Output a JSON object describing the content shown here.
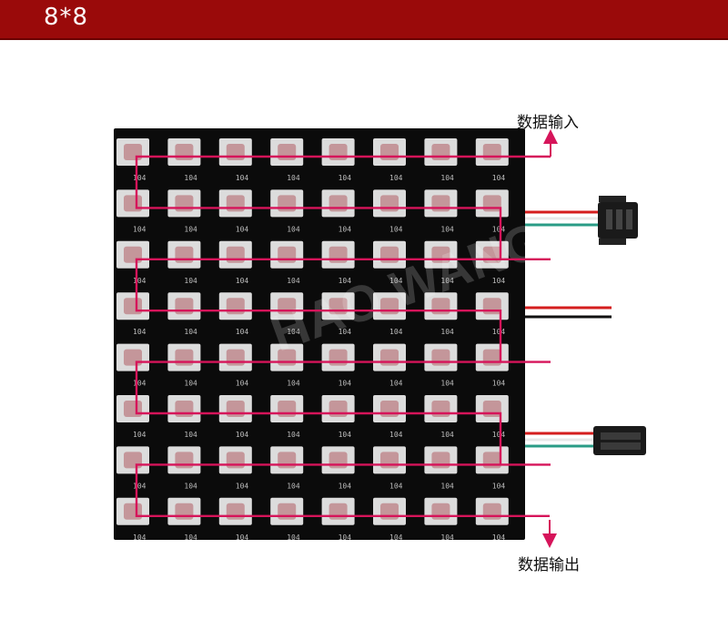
{
  "header": {
    "title": "8*8"
  },
  "labels": {
    "data_input": "数据输入",
    "data_output": "数据输出"
  },
  "watermark": "HAO WANG",
  "matrix": {
    "rows": 8,
    "cols": 8
  },
  "component_mark": "104",
  "colors": {
    "header_bg": "#9a0a0a",
    "pcb": "#0b0b0b",
    "led_body": "#dcdcdc",
    "led_chip": "#c4969a",
    "trace": "#d6145a",
    "wire_red": "#d41e1e",
    "wire_white": "#e8e8e8",
    "wire_green": "#2a9c86",
    "wire_black": "#111111"
  }
}
